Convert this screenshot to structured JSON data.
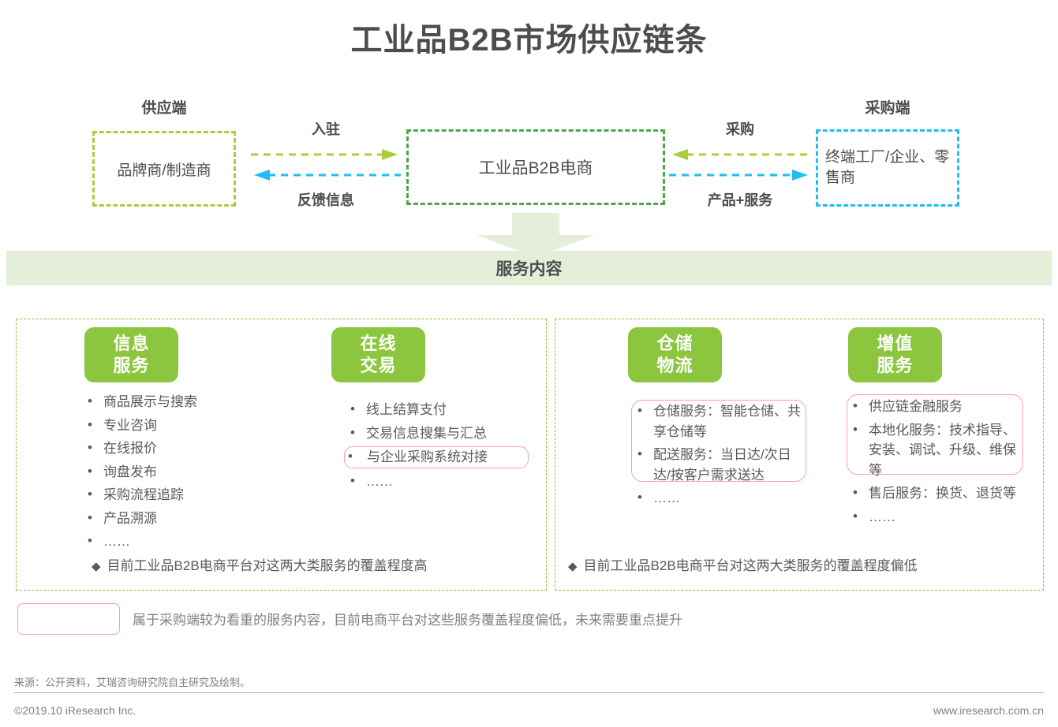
{
  "title": "工业品B2B市场供应链条",
  "flow": {
    "supply_label": "供应端",
    "purchase_label": "采购端",
    "supply_node": "品牌商/制造商",
    "center_node": "工业品B2B电商",
    "purchase_node": "终端工厂/企业、零售商",
    "arrow_left_top": "入驻",
    "arrow_left_bottom": "反馈信息",
    "arrow_right_top": "采购",
    "arrow_right_bottom": "产品+服务"
  },
  "banner": {
    "label": "服务内容"
  },
  "panels": [
    {
      "columns": [
        {
          "badge": "信息\n服务",
          "badge_line1": "信息",
          "badge_line2": "服务",
          "items": [
            {
              "text": "商品展示与搜索",
              "highlight": false
            },
            {
              "text": "专业咨询",
              "highlight": false
            },
            {
              "text": "在线报价",
              "highlight": false
            },
            {
              "text": "询盘发布",
              "highlight": false
            },
            {
              "text": "采购流程追踪",
              "highlight": false
            },
            {
              "text": "产品溯源",
              "highlight": false
            },
            {
              "text": "……",
              "highlight": false
            }
          ]
        },
        {
          "badge_line1": "在线",
          "badge_line2": "交易",
          "items": [
            {
              "text": "线上结算支付",
              "highlight": false
            },
            {
              "text": "交易信息搜集与汇总",
              "highlight": false
            },
            {
              "text": "与企业采购系统对接",
              "highlight": true
            },
            {
              "text": "……",
              "highlight": false
            }
          ]
        }
      ],
      "note": "目前工业品B2B电商平台对这两大类服务的覆盖程度高",
      "note_marker": "◆"
    },
    {
      "columns": [
        {
          "badge_line1": "仓储",
          "badge_line2": "物流",
          "items": [
            {
              "text": "仓储服务：智能仓储、共享仓储等",
              "highlight": true
            },
            {
              "text": "配送服务：当日达/次日达/按客户需求送达",
              "highlight": true
            },
            {
              "text": "……",
              "highlight": false
            }
          ]
        },
        {
          "badge_line1": "增值",
          "badge_line2": "服务",
          "items": [
            {
              "text": "供应链金融服务",
              "highlight": true
            },
            {
              "text": "本地化服务：技术指导、安装、调试、升级、维保等",
              "highlight": true
            },
            {
              "text": "售后服务：换货、退货等",
              "highlight": false
            },
            {
              "text": "……",
              "highlight": false
            }
          ]
        }
      ],
      "note": "目前工业品B2B电商平台对这两大类服务的覆盖程度偏低",
      "note_marker": "◆"
    }
  ],
  "legend": {
    "text": "属于采购端较为看重的服务内容，目前电商平台对这些服务覆盖程度偏低，未来需要重点提升"
  },
  "footer": {
    "source": "来源：公开资料，艾瑞咨询研究院自主研究及绘制。",
    "copyright": "©2019.10 iResearch Inc.",
    "website": "www.iresearch.com.cn"
  },
  "colors": {
    "title": "#4d4d4d",
    "supply_border": "#a9ce39",
    "center_border": "#4ba848",
    "purchase_border": "#1ebef2",
    "badge_green": "#8cc63e",
    "banner_bg": "#e5eed8",
    "highlight_pink": "#f2a3a8",
    "arrow_green": "#a9ce39",
    "arrow_blue": "#1ebef2"
  }
}
